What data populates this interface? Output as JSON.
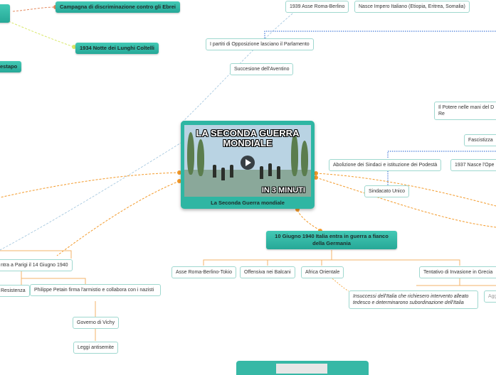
{
  "central": {
    "image_title": "LA SECONDA GUERRA MONDIALE",
    "image_subtitle": "IN 3 MINUTI",
    "caption": "La Seconda Guerra mondiale"
  },
  "nodes": {
    "campagna": "Campagna di discriminazione contro gli Ebrei",
    "notte_coltelli": "1934 Notte dei Lunghi Coltelli",
    "gestapo": "estapo",
    "asse_1939": "1939 Asse Roma-Berlino",
    "impero": "Nasce Impero Italiano (Etiopia, Eritrea, Somalia)",
    "partiti": "I partiti di Opposizione lasciano il Parlamento",
    "aventino": "Succesione dell'Aventino",
    "potere": "Il Potere nelle mani del D Re",
    "fascistizza": "Fascistizza",
    "sindaci": "Abolizione dei Sindaci e istituzione dei Podestà",
    "opera_1937": "1937 Nasce l'Ope",
    "sindacato": "Sindacato Unico",
    "giugno_1940": "10 Giugno 1940 Italia entra in guerra a fianco della Germania",
    "asse_rbt": "Asse Roma-Berlino-Tokio",
    "balcani": "Offensiva nei Balcani",
    "africa": "Africa Orientale",
    "grecia": "Tentativo di Invasione in Grecia",
    "insuccessi": "Insuccessi dell'Italia che richiesero intervento alleato tedesco e determinarono subordinazione dell'Italia",
    "agg": "Agg",
    "parigi": "ntra a Parigi il 14 Giugno 1940",
    "resistenza": "Resistenza",
    "petain": "Philippe Petain firma l'armistio e collabora con i nazisti",
    "vichy": "Governo di Vichy",
    "leggi": "Leggi antisemite"
  },
  "colors": {
    "accent": "#2fb6a3",
    "connector_orange": "#f39a2a",
    "connector_blue": "#1f5fd1",
    "connector_yellow": "#d9e86a",
    "connector_light_blue": "#9ec3dc",
    "border": "#9fd8cf"
  }
}
